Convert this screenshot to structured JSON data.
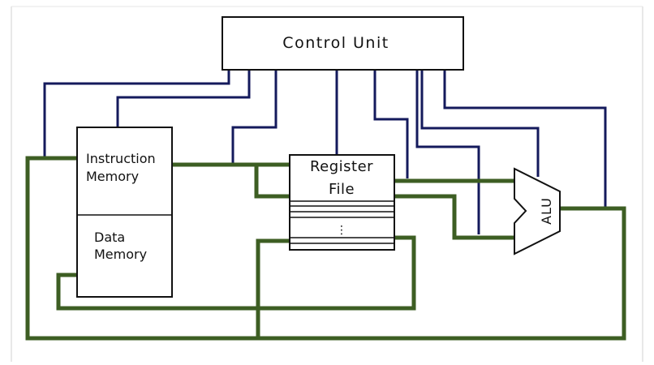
{
  "diagram": {
    "control_unit": {
      "label": "Control Unit"
    },
    "instruction_memory": {
      "label_line1": "Instruction",
      "label_line2": "Memory"
    },
    "data_memory": {
      "label_line1": "Data",
      "label_line2": "Memory"
    },
    "register_file": {
      "label_line1": "Register",
      "label_line2": "File",
      "ellipsis": "⋮"
    },
    "alu": {
      "label": "ALU"
    }
  },
  "colors": {
    "datapath": "#3d5e23",
    "control": "#141a5c",
    "box_stroke": "#111111",
    "frame": "#cccccc",
    "background": "#ffffff"
  }
}
